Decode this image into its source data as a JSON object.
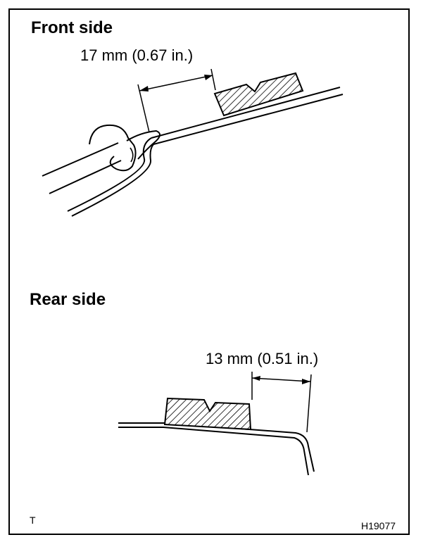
{
  "front": {
    "title": "Front side",
    "dimension": "17 mm (0.67 in.)"
  },
  "rear": {
    "title": "Rear side",
    "dimension": "13 mm (0.51 in.)"
  },
  "footer": {
    "left_code": "T",
    "figure_id": "H19077"
  }
}
